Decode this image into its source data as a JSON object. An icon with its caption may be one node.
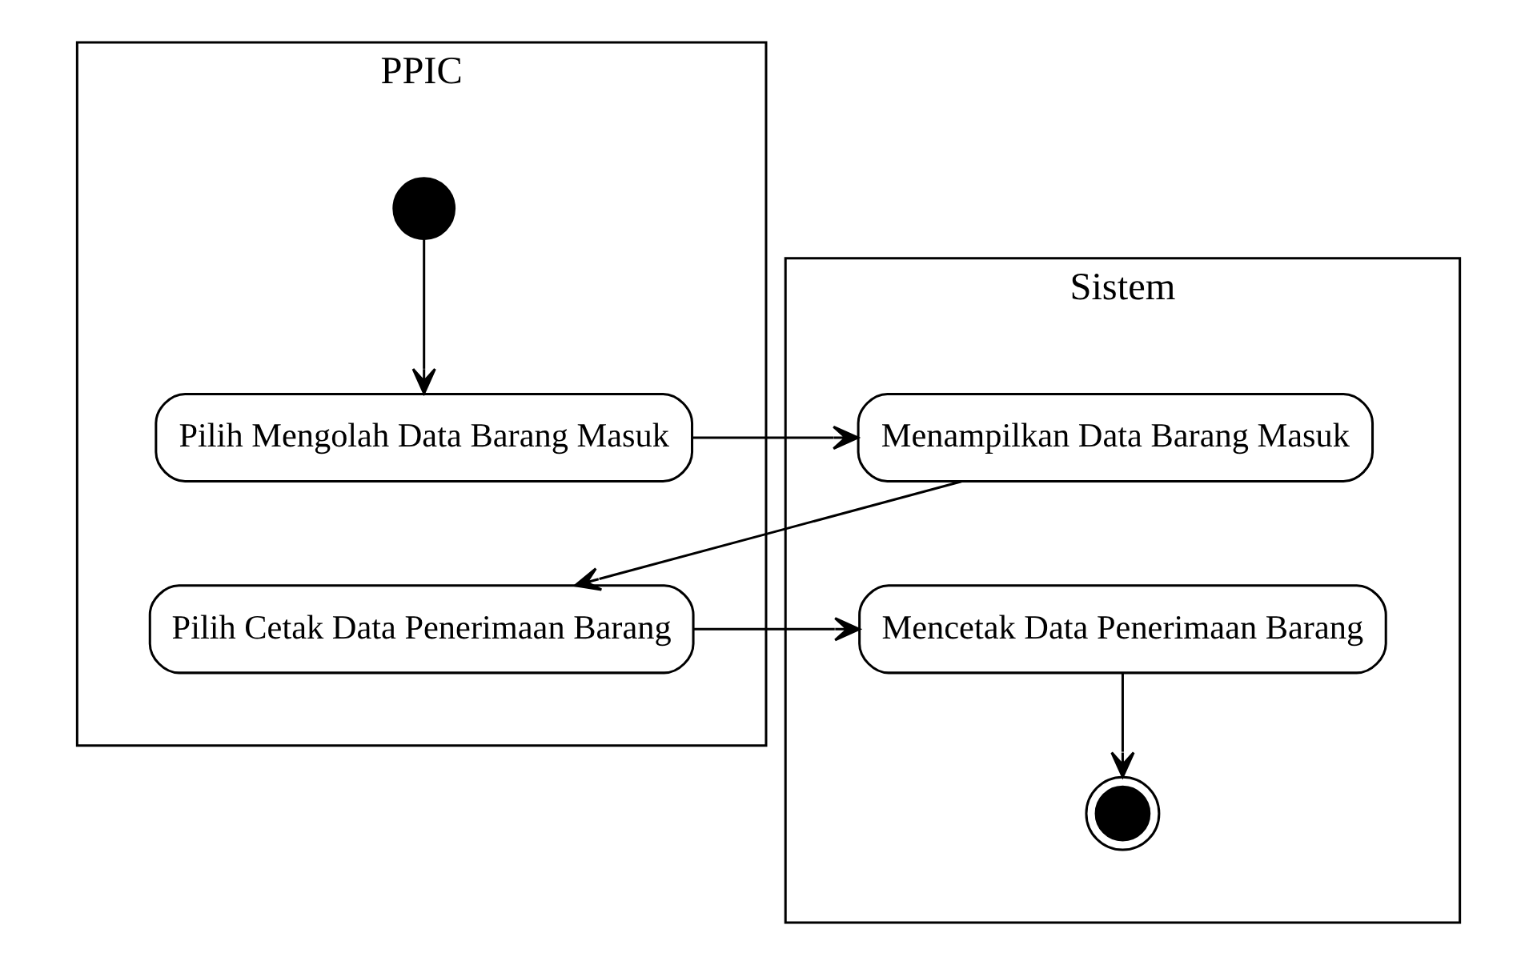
{
  "diagram": {
    "nodes": [
      {
        "text": [
          "PPIC"
        ]
      },
      {
        "text": [
          "Sistem"
        ]
      },
      {
        "text": [],
        "shape": "circle",
        "in": 0
      },
      {
        "text": [
          "Pilih Mengolah Data Barang Masuk"
        ],
        "in": 0
      },
      {
        "text": [
          "Menampilkan Data Barang Masuk"
        ],
        "in": 1
      },
      {
        "text": [
          "Pilih Cetak Data Penerimaan Barang"
        ],
        "in": 0
      },
      {
        "text": [
          "Mencetak Data Penerimaan Barang"
        ],
        "in": 1
      },
      {
        "text": [],
        "shape": "bullseye",
        "in": 1
      }
    ],
    "edges": [
      {
        "from": 2,
        "to": 3,
        "arrow": "to"
      },
      {
        "from": 3,
        "to": 4,
        "arrow": "to"
      },
      {
        "from": 4,
        "to": 5,
        "arrow": "to"
      },
      {
        "from": 5,
        "to": 6,
        "arrow": "to"
      },
      {
        "from": 6,
        "to": 7,
        "arrow": "to"
      }
    ]
  }
}
